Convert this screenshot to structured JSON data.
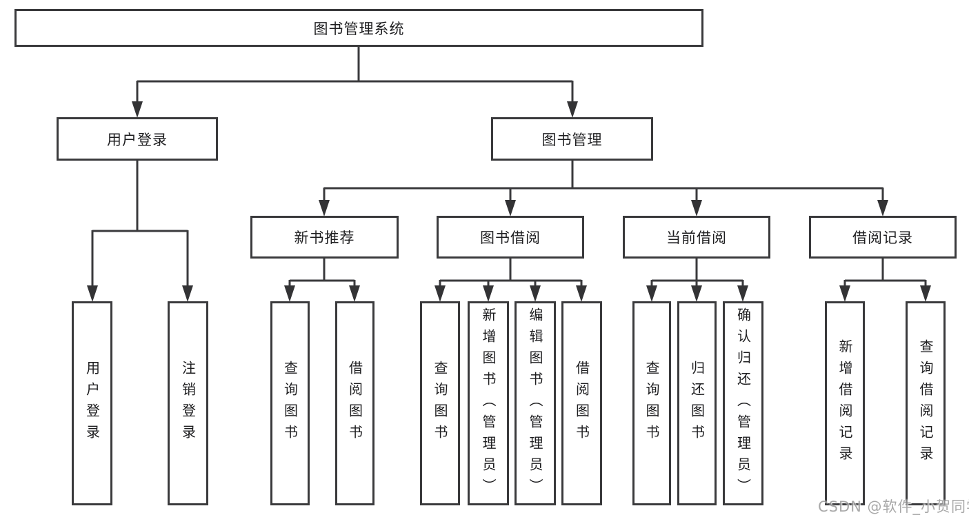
{
  "tree": {
    "label": "图书管理系统",
    "children": [
      {
        "label": "用户登录",
        "children": [
          {
            "label": "用户登录"
          },
          {
            "label": "注销登录"
          }
        ]
      },
      {
        "label": "图书管理",
        "children": [
          {
            "label": "新书推荐",
            "children": [
              {
                "label": "查询图书"
              },
              {
                "label": "借阅图书"
              }
            ]
          },
          {
            "label": "图书借阅",
            "children": [
              {
                "label": "查询图书"
              },
              {
                "label": "新增图书（管理员）"
              },
              {
                "label": "编辑图书（管理员）"
              },
              {
                "label": "借阅图书"
              }
            ]
          },
          {
            "label": "当前借阅",
            "children": [
              {
                "label": "查询图书"
              },
              {
                "label": "归还图书"
              },
              {
                "label": "确认归还（管理员）"
              }
            ]
          },
          {
            "label": "借阅记录",
            "children": [
              {
                "label": "新增借阅记录"
              },
              {
                "label": "查询借阅记录"
              }
            ]
          }
        ]
      }
    ]
  },
  "watermark": {
    "text": "CSDN @软件_小贺同学"
  },
  "colors": {
    "line": "#3a3a3c",
    "box_border": "#3a3a3c",
    "box_fill": "#ffffff",
    "text": "#1e1e20",
    "watermark": "#9a9a9a",
    "background": "#ffffff"
  }
}
